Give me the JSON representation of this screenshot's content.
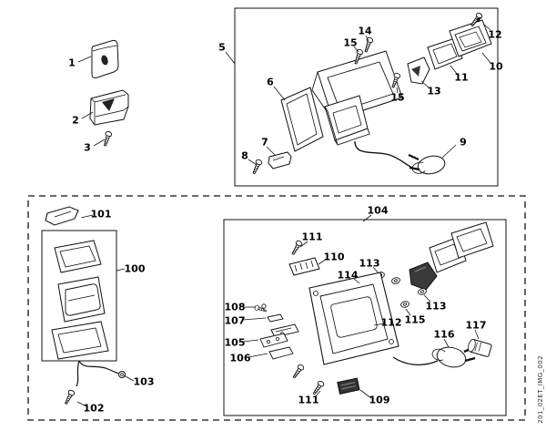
{
  "figure": {
    "watermark": "201_02ET_IMG_002"
  },
  "labels": {
    "part1": "1",
    "part2": "2",
    "part3": "3",
    "part5": "5",
    "part6": "6",
    "part7": "7",
    "part8": "8",
    "part9": "9",
    "part10": "10",
    "part11": "11",
    "part12": "12",
    "part13": "13",
    "part14": "14",
    "part15a": "15",
    "part15b": "15",
    "part100": "100",
    "part101": "101",
    "part102": "102",
    "part103": "103",
    "part104": "104",
    "part105": "105",
    "part106": "106",
    "part107": "107",
    "part108": "108",
    "part109": "109",
    "part110": "110",
    "part111a": "111",
    "part111b": "111",
    "part112": "112",
    "part113a": "113",
    "part113b": "113",
    "part114": "114",
    "part115": "115",
    "part116": "116",
    "part117": "117"
  }
}
